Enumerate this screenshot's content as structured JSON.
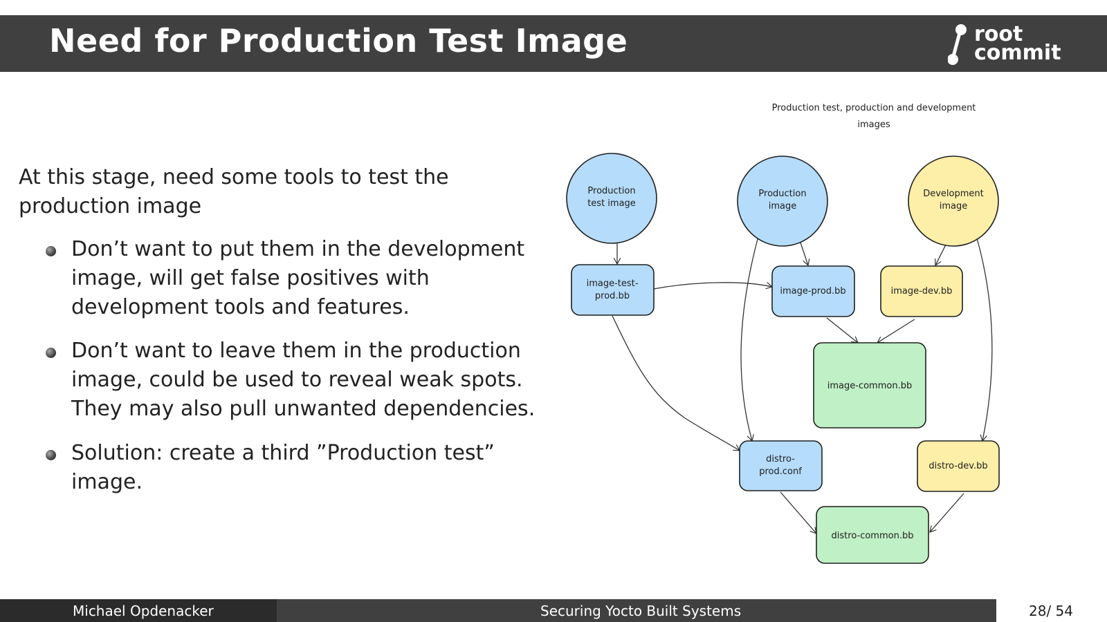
{
  "header": {
    "title": "Need for Production Test Image",
    "logo_text": [
      "root",
      "commit"
    ]
  },
  "content": {
    "intro": [
      "At this stage, need some tools to test the",
      "production image"
    ],
    "bullets": [
      [
        "Don’t want to put them in the development",
        "image, will get false positives with",
        "development tools and features."
      ],
      [
        "Don’t want to leave them in the production",
        "image, could be used to reveal weak spots.",
        "They may also pull unwanted dependencies."
      ],
      [
        "Solution: create a third ”Production test”",
        "image."
      ]
    ]
  },
  "diagram": {
    "title": [
      "Production test, production and development",
      "images"
    ],
    "nodes": {
      "prod_test_image": [
        "Production",
        "test image"
      ],
      "prod_image": [
        "Production",
        "image"
      ],
      "dev_image": [
        "Development",
        "image"
      ],
      "image_test_prod": [
        "image-test-",
        "prod.bb"
      ],
      "image_prod": "image-prod.bb",
      "image_dev": "image-dev.bb",
      "image_common": "image-common.bb",
      "distro_prod": [
        "distro-",
        "prod.conf"
      ],
      "distro_dev": "distro-dev.bb",
      "distro_common": "distro-common.bb"
    },
    "colors": {
      "blue": "#b5dcfa",
      "yellow": "#fdeea8",
      "green": "#c0f0c6",
      "stroke": "#1e1e1e"
    }
  },
  "footer": {
    "author": "Michael Opdenacker",
    "talk": "Securing Yocto Built Systems",
    "page": "28/ 54"
  }
}
